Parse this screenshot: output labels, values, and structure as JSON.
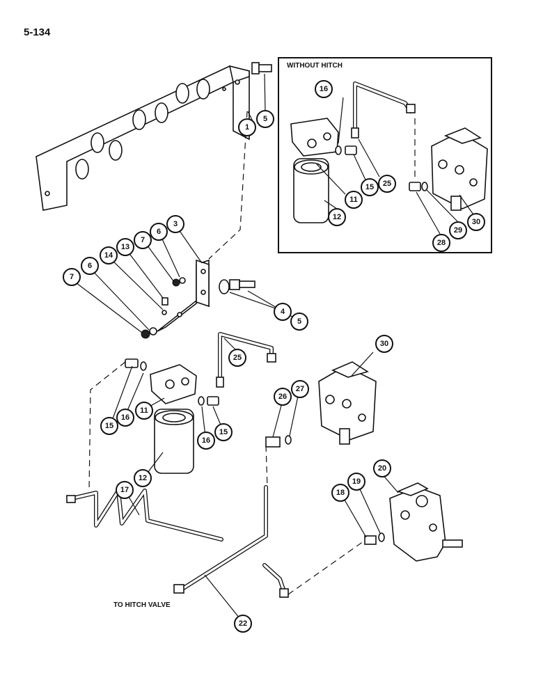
{
  "page_number": "5-134",
  "inset": {
    "title": "WITHOUT HITCH"
  },
  "labels": {
    "to_hitch_valve": "TO HITCH VALVE"
  },
  "callouts": {
    "c1": "1",
    "c5a": "5",
    "c16a": "16",
    "c25a": "25",
    "c15a": "15",
    "c11a": "11",
    "c12a": "12",
    "c28": "28",
    "c29": "29",
    "c30a": "30",
    "c3": "3",
    "c6a": "6",
    "c7a": "7",
    "c13": "13",
    "c14": "14",
    "c7b": "7",
    "c6b": "6",
    "c4": "4",
    "c5b": "5",
    "c25b": "25",
    "c30b": "30",
    "c15b": "15",
    "c16b": "16",
    "c11b": "11",
    "c16c": "16",
    "c15c": "15",
    "c26": "26",
    "c27": "27",
    "c12b": "12",
    "c17": "17",
    "c20": "20",
    "c18": "18",
    "c19": "19",
    "c22": "22"
  }
}
